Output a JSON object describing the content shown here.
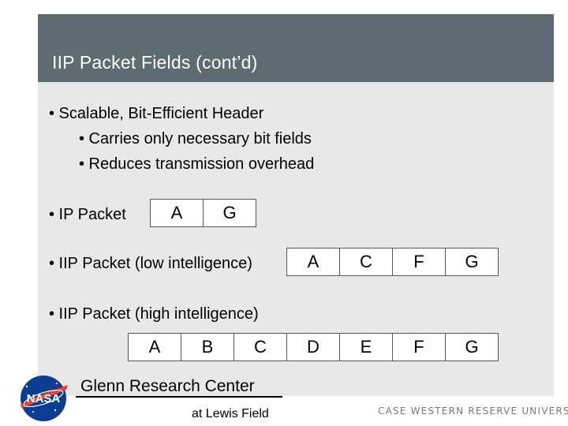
{
  "slide": {
    "title": "IIP Packet Fields (cont’d)",
    "bullet1": "• Scalable, Bit-Efficient Header",
    "sub1": "•  Carries only necessary bit fields",
    "sub2": "•  Reduces transmission overhead",
    "ip_packet_label": "• IP Packet",
    "ip_packet_fields": [
      "A",
      "G"
    ],
    "iip_low_label": "• IIP Packet (low intelligence)",
    "iip_low_fields": [
      "A",
      "C",
      "F",
      "G"
    ],
    "iip_high_label": "• IIP Packet (high intelligence)",
    "iip_high_fields": [
      "A",
      "B",
      "C",
      "D",
      "E",
      "F",
      "G"
    ]
  },
  "footer": {
    "center_name": "Glenn Research Center",
    "center_location": "at Lewis Field",
    "university": "CASE WESTERN RESERVE UNIVERSITY",
    "logo_text": "NASA"
  },
  "colors": {
    "title_bar": "#5f6b72",
    "content_bg": "#e8e8e8",
    "nasa_blue": "#0b3d91",
    "nasa_red": "#fc3d21"
  }
}
